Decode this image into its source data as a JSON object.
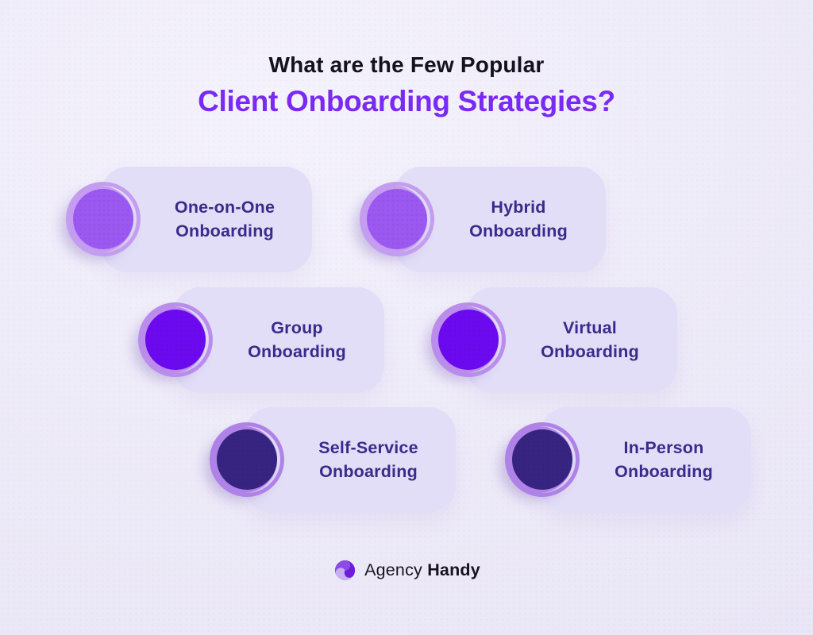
{
  "page": {
    "background": "#EDEAF8"
  },
  "title": {
    "line1": "What are the Few Popular",
    "line2": "Client Onboarding Strategies?",
    "line1_color": "#15121F",
    "line2_color": "#7B2AF6"
  },
  "card_style": {
    "background": "#E2DEF7",
    "text_color": "#3B2A8C"
  },
  "cards": [
    {
      "line1": "One-on-One",
      "line2": "Onboarding",
      "circle_color": "#9C59F2",
      "ring_color": "#C49DF0"
    },
    {
      "line1": "Hybrid",
      "line2": "Onboarding",
      "circle_color": "#9C59F2",
      "ring_color": "#C49DF0"
    },
    {
      "line1": "Group",
      "line2": "Onboarding",
      "circle_color": "#6C0AEF",
      "ring_color": "#BA8CEC"
    },
    {
      "line1": "Virtual",
      "line2": "Onboarding",
      "circle_color": "#6C0AEF",
      "ring_color": "#BA8CEC"
    },
    {
      "line1": "Self-Service",
      "line2": "Onboarding",
      "circle_color": "#372480",
      "ring_color": "#AF82E8"
    },
    {
      "line1": "In-Person",
      "line2": "Onboarding",
      "circle_color": "#372480",
      "ring_color": "#AF82E8"
    }
  ],
  "footer": {
    "brand_regular": "Agency",
    "brand_bold": "Handy",
    "text_color": "#17141F",
    "logo": {
      "dark": "#6D1CDC",
      "medium": "#8A4BE6",
      "light": "#C5AFF2"
    }
  }
}
